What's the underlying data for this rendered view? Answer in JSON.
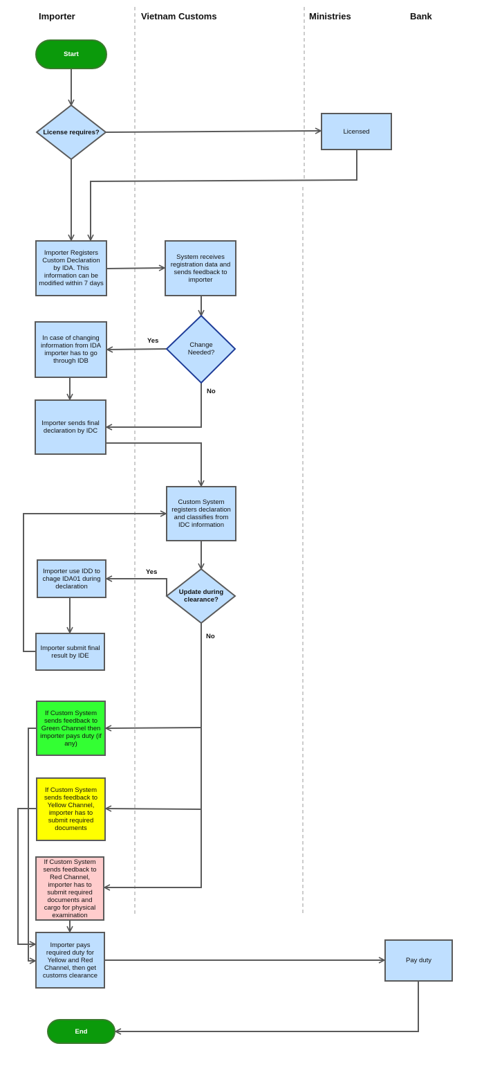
{
  "lanes": {
    "importer": "Importer",
    "customs": "Vietnam Customs",
    "ministries": "Ministries",
    "bank": "Bank"
  },
  "nodes": {
    "start": "Start",
    "license_decision": "License requires?",
    "licensed": "Licensed",
    "register_ida": "Importer Registers Custom Declaration by IDA. This information can be modified within 7 days",
    "system_receives": "System receives registration data and sends feedback to importer",
    "change_needed": "Change Needed?",
    "change_via_idb": "In case of changing information from IDA importer has to go through IDB",
    "send_idc": "Importer sends final declaration by IDC",
    "custom_registers": "Custom System registers declaration and classifies from IDC information",
    "use_idd": "Importer use IDD to chage IDA01 during declaration",
    "update_during": "Update during clearance?",
    "submit_ide": "Importer submit final result by IDE",
    "green_channel": "If Custom System sends feedback to Green Channel then importer pays duty (if any)",
    "yellow_channel": "If Custom System sends feedback to Yellow Channel, importer has to submit required documents",
    "red_channel": "If Custom System sends feedback to Red Channel, importer has to submit required documents and cargo for physical examination",
    "pays_duty": "Importer pays required duty for Yellow and Red Channel, then get customs clearance",
    "pay_duty_bank": "Pay duty",
    "end": "End"
  },
  "edge_labels": {
    "change_yes": "Yes",
    "change_no": "No",
    "update_yes": "Yes",
    "update_no": "No"
  },
  "colors": {
    "process_fill": "#bfdfff",
    "terminal_fill": "#0b9a0b",
    "green_channel": "#33ff33",
    "yellow_channel": "#ffff00",
    "red_channel": "#ffcccc",
    "highlight_diamond_border": "#1f3d99"
  }
}
